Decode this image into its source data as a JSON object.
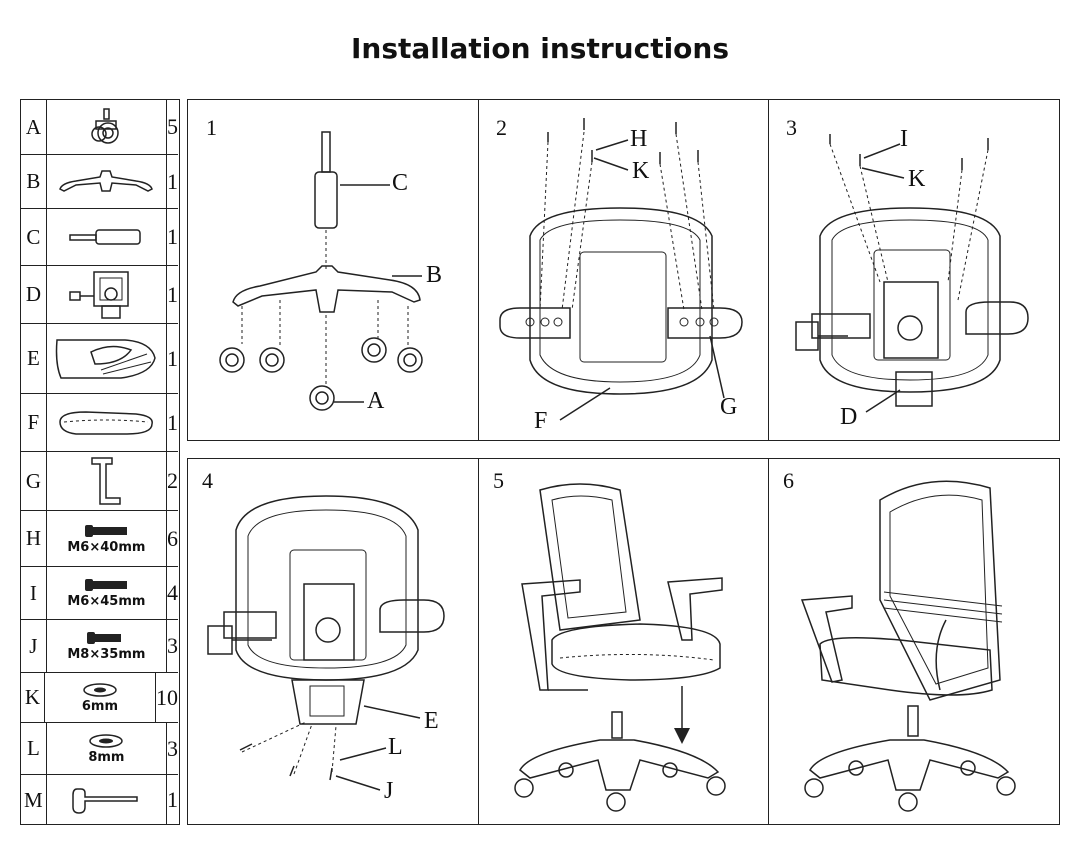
{
  "title": "Installation instructions",
  "parts": [
    {
      "letter": "A",
      "qty": "5",
      "caption": "",
      "icon": "caster-wheel-icon"
    },
    {
      "letter": "B",
      "qty": "1",
      "caption": "",
      "icon": "star-base-icon"
    },
    {
      "letter": "C",
      "qty": "1",
      "caption": "",
      "icon": "gas-lift-icon"
    },
    {
      "letter": "D",
      "qty": "1",
      "caption": "",
      "icon": "tilt-mechanism-icon"
    },
    {
      "letter": "E",
      "qty": "1",
      "caption": "",
      "icon": "backrest-frame-icon"
    },
    {
      "letter": "F",
      "qty": "1",
      "caption": "",
      "icon": "seat-cushion-icon"
    },
    {
      "letter": "G",
      "qty": "2",
      "caption": "",
      "icon": "armrest-icon"
    },
    {
      "letter": "H",
      "qty": "6",
      "caption": "M6×40mm",
      "icon": "bolt-icon"
    },
    {
      "letter": "I",
      "qty": "4",
      "caption": "M6×45mm",
      "icon": "bolt-icon"
    },
    {
      "letter": "J",
      "qty": "3",
      "caption": "M8×35mm",
      "icon": "bolt-icon"
    },
    {
      "letter": "K",
      "qty": "10",
      "caption": "6mm",
      "icon": "washer-icon"
    },
    {
      "letter": "L",
      "qty": "3",
      "caption": "8mm",
      "icon": "washer-icon"
    },
    {
      "letter": "M",
      "qty": "1",
      "caption": "",
      "icon": "hex-key-icon"
    }
  ],
  "steps": [
    {
      "number": "1",
      "labels": {
        "c": "C",
        "b": "B",
        "a": "A"
      }
    },
    {
      "number": "2",
      "labels": {
        "h": "H",
        "k": "K",
        "f": "F",
        "g": "G"
      }
    },
    {
      "number": "3",
      "labels": {
        "i": "I",
        "k": "K",
        "d": "D"
      }
    },
    {
      "number": "4",
      "labels": {
        "e": "E",
        "l": "L",
        "j": "J"
      }
    },
    {
      "number": "5",
      "labels": {}
    },
    {
      "number": "6",
      "labels": {}
    }
  ]
}
